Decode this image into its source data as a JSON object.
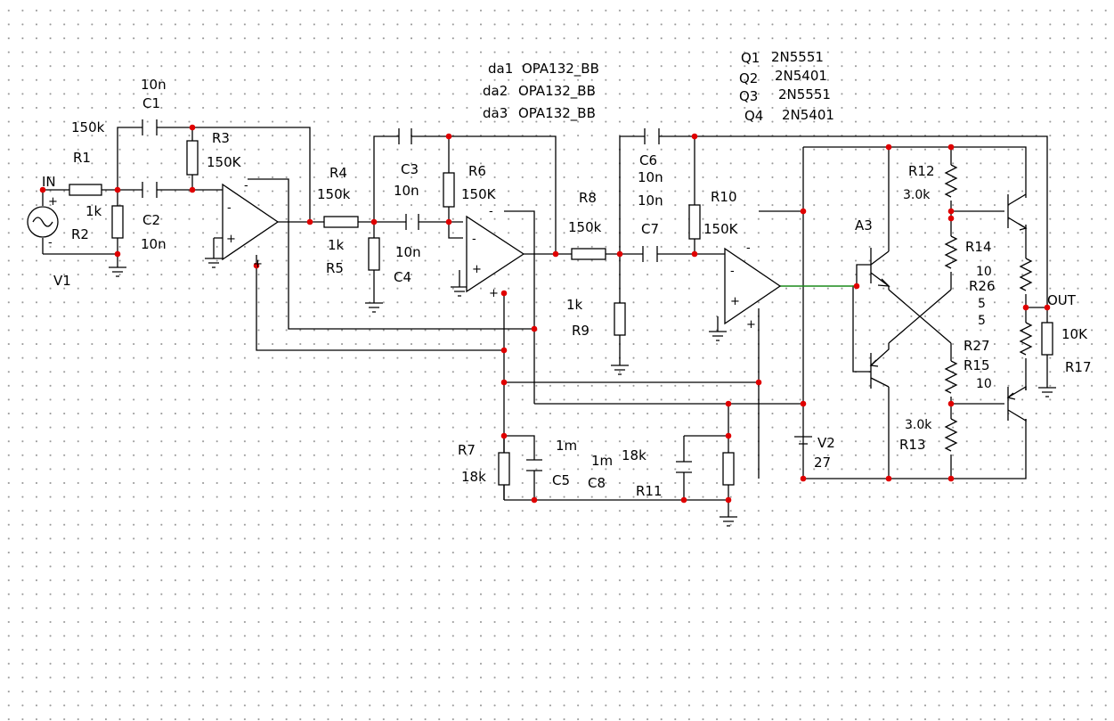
{
  "nodes": {
    "in": "IN",
    "out": "OUT"
  },
  "source": {
    "ref": "V1",
    "plus": "+",
    "minus": "-"
  },
  "opamps": {
    "da1": {
      "ref": "da1",
      "model": "OPA132_BB"
    },
    "da2": {
      "ref": "da2",
      "model": "OPA132_BB"
    },
    "da3": {
      "ref": "da3",
      "model": "OPA132_BB"
    },
    "minus": "-",
    "plus": "+"
  },
  "transistors": [
    {
      "ref": "Q1",
      "model": "2N5551"
    },
    {
      "ref": "Q2",
      "model": "2N5401"
    },
    {
      "ref": "Q3",
      "model": "2N5551"
    },
    {
      "ref": "Q4",
      "model": "2N5401"
    }
  ],
  "block": {
    "ref": "A3"
  },
  "supply": {
    "ref": "V2",
    "value": "27"
  },
  "resistors": {
    "R1": {
      "ref": "R1",
      "value": "1k"
    },
    "R2": {
      "ref": "R2",
      "value": "150k"
    },
    "R3": {
      "ref": "R3",
      "value": "150K"
    },
    "R4": {
      "ref": "R4",
      "value": "150k"
    },
    "R5": {
      "ref": "R5",
      "value": "1k"
    },
    "R6": {
      "ref": "R6",
      "value": "150K"
    },
    "R7": {
      "ref": "R7",
      "value": "18k"
    },
    "R8": {
      "ref": "R8",
      "value": "150k"
    },
    "R9": {
      "ref": "R9",
      "value": "1k"
    },
    "R10": {
      "ref": "R10",
      "value": "150K"
    },
    "R11": {
      "ref": "R11",
      "value": "18k"
    },
    "R12": {
      "ref": "R12",
      "value": "3.0k"
    },
    "R13": {
      "ref": "R13",
      "value": "3.0k"
    },
    "R14": {
      "ref": "R14",
      "value": "10"
    },
    "R15": {
      "ref": "R15",
      "value": "10"
    },
    "R17": {
      "ref": "R17",
      "value": "10K"
    },
    "R26": {
      "ref": "R26",
      "value": "5"
    },
    "R27": {
      "ref": "R27",
      "value": "5"
    }
  },
  "capacitors": {
    "C1": {
      "ref": "C1",
      "value": "10n"
    },
    "C2": {
      "ref": "C2",
      "value": "10n"
    },
    "C3": {
      "ref": "C3",
      "value": "10n"
    },
    "C4": {
      "ref": "C4",
      "value": "10n"
    },
    "C5": {
      "ref": "C5",
      "value": "1m"
    },
    "C6": {
      "ref": "C6",
      "value": "10n"
    },
    "C7": {
      "ref": "C7",
      "value": "10n"
    },
    "C8": {
      "ref": "C8",
      "value": "1m"
    }
  }
}
